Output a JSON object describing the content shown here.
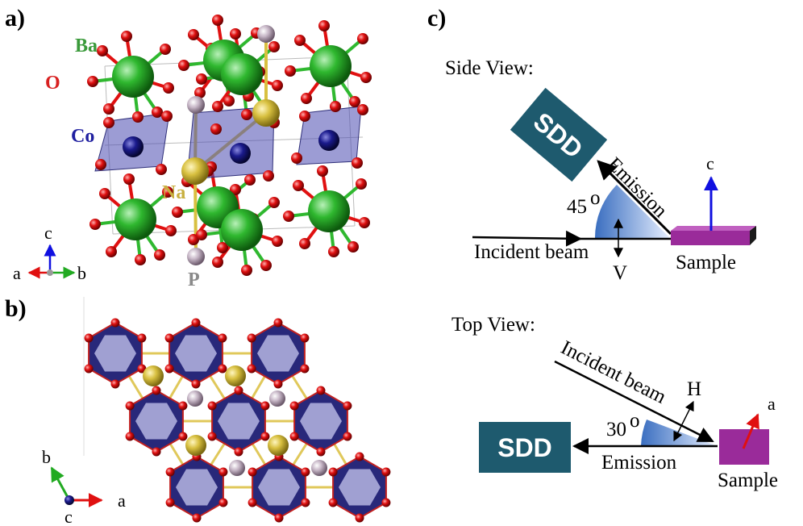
{
  "panels": {
    "a": "a)",
    "b": "b)",
    "c": "c)"
  },
  "elements": {
    "ba": "Ba",
    "o": "O",
    "co": "Co",
    "na": "Na",
    "p": "P"
  },
  "axes": {
    "a": "a",
    "b": "b",
    "c": "c"
  },
  "side_view": {
    "title": "Side View:",
    "detector": "SDD",
    "emission": "Emission",
    "angle": "45",
    "angle_unit": "o",
    "incident": "Incident beam",
    "polarization": "V",
    "sample": "Sample",
    "axis": "c"
  },
  "top_view": {
    "title": "Top View:",
    "detector": "SDD",
    "emission": "Emission",
    "angle": "30",
    "angle_unit": "o",
    "incident": "Incident beam",
    "polarization": "H",
    "sample": "Sample",
    "axis": "a"
  },
  "colors": {
    "ba": "#2fb82f",
    "o": "#e01010",
    "co": "#1a1a8c",
    "na": "#d8c040",
    "p": "#b8a8b8",
    "poly": "#4a4ab0",
    "detector": "#1e5a6e",
    "sample": "#9a2b9a",
    "axis_red": "#e01010",
    "axis_green": "#22aa22",
    "axis_blue": "#1010e0"
  }
}
